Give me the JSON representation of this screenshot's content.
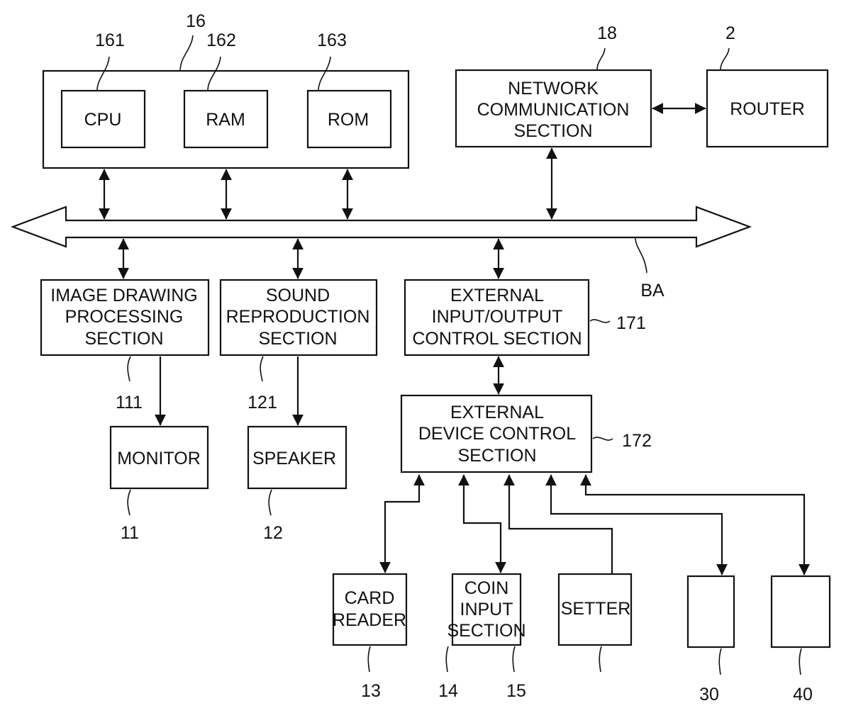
{
  "figure": {
    "colors": {
      "ink": "#111111",
      "paper": "#ffffff"
    },
    "bus": {
      "ref": "BA",
      "name": "bus"
    },
    "blocks": {
      "control_unit": {
        "ref": "16",
        "lines": []
      },
      "cpu": {
        "ref": "161",
        "lines": [
          "CPU"
        ]
      },
      "ram": {
        "ref": "162",
        "lines": [
          "RAM"
        ]
      },
      "rom": {
        "ref": "163",
        "lines": [
          "ROM"
        ]
      },
      "network": {
        "ref": "18",
        "lines": [
          "NETWORK",
          "COMMUNICATION",
          "SECTION"
        ]
      },
      "router": {
        "ref": "2",
        "lines": [
          "ROUTER"
        ]
      },
      "image_drawing": {
        "ref": "111",
        "lines": [
          "IMAGE DRAWING",
          "PROCESSING",
          "SECTION"
        ]
      },
      "sound": {
        "ref": "121",
        "lines": [
          "SOUND",
          "REPRODUCTION",
          "SECTION"
        ]
      },
      "ext_io": {
        "ref": "171",
        "lines": [
          "EXTERNAL",
          "INPUT/OUTPUT",
          "CONTROL SECTION"
        ]
      },
      "ext_device": {
        "ref": "172",
        "lines": [
          "EXTERNAL",
          "DEVICE CONTROL",
          "SECTION"
        ]
      },
      "monitor": {
        "ref": "11",
        "lines": [
          "MONITOR"
        ]
      },
      "speaker": {
        "ref": "12",
        "lines": [
          "SPEAKER"
        ]
      },
      "card_reader": {
        "ref": "13",
        "lines": [
          "CARD",
          "READER"
        ]
      },
      "coin_input": {
        "ref": "14",
        "lines": [
          "COIN",
          "INPUT",
          "SECTION"
        ]
      },
      "setter": {
        "ref": "15",
        "lines": [
          "SETTER"
        ]
      },
      "device_30": {
        "ref": "30",
        "lines": []
      },
      "device_40": {
        "ref": "40",
        "lines": []
      }
    }
  }
}
